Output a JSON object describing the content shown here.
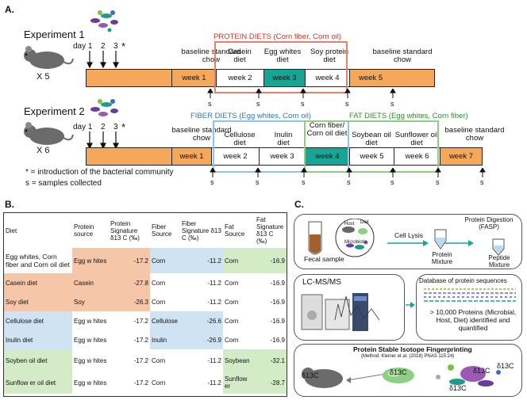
{
  "panelA": {
    "label": "A.",
    "exp1": {
      "title": "Experiment 1",
      "mice": "X 5",
      "days": [
        "day 1",
        "2",
        "3",
        "*"
      ],
      "weeks": [
        "week 1",
        "week 2",
        "week 3",
        "week 4",
        "week 5"
      ],
      "headers": [
        "baseline standard chow",
        "Casein diet",
        "Egg whites diet",
        "Soy protein diet",
        "baseline standard chow"
      ],
      "group_label": "PROTEIN DIETS (Corn fiber, Corn oil)",
      "sample_marker": "s"
    },
    "exp2": {
      "title": "Experiment 2",
      "mice": "X 6",
      "days": [
        "day 1",
        "2",
        "3",
        "*"
      ],
      "weeks": [
        "week 1",
        "week 2",
        "week 3",
        "week 4",
        "week 5",
        "week 6",
        "week 7"
      ],
      "headers": [
        "baseline standard chow",
        "Cellulose diet",
        "Inulin diet",
        "Corn fiber/ Corn oil diet",
        "Soybean oil diet",
        "Sunflower oil diet",
        "baseline standard chow"
      ],
      "fiber_label": "FIBER DIETS (Egg whites, Corn oil)",
      "fat_label": "FAT DIETS (Egg whites, Corn fiber)",
      "sample_marker": "s"
    },
    "footnote1": "* = introduction of the bacterial community",
    "footnote2": "s = samples collected",
    "colors": {
      "orange": "#f5a85a",
      "teal": "#17a596",
      "salmon": "#e8806a",
      "blue": "#8fc3e8",
      "green": "#8dcf83"
    }
  },
  "panelB": {
    "label": "B.",
    "headers": [
      "Diet",
      "Protein source",
      "Protein Signature δ13 C (‰)",
      "Fiber Source",
      "Fiber Signature δ13 C (‰)",
      "Fat Source",
      "Fat Signature δ13 C (‰)"
    ],
    "rows": [
      [
        "Egg whites, Corn fiber and Corn oil diet",
        "Egg w hites",
        "-17.2",
        "Corn",
        "-11.2",
        "Corn",
        "-16.9"
      ],
      [
        "Casein diet",
        "Casein",
        "-27.8",
        "Corn",
        "-11.2",
        "Corn",
        "-16.9"
      ],
      [
        "Soy diet",
        "Soy",
        "-26.3",
        "Corn",
        "-11.2",
        "Corn",
        "-16.9"
      ],
      [
        "Cellulose diet",
        "Egg w hites",
        "-17.2",
        "Cellulose",
        "-26.6",
        "Corn",
        "-16.9"
      ],
      [
        "Inulin diet",
        "Egg w hites",
        "-17.2",
        "Inulin",
        "-26.9",
        "Corn",
        "-16.9"
      ],
      [
        "Soyben oil diet",
        "Egg w hites",
        "-17.2",
        "Corn",
        "-11.2",
        "Soybean",
        "-32.1"
      ],
      [
        "Sunflow er oil diet",
        "Egg w hites",
        "-17.2",
        "Corn",
        "-11.2",
        "Sunflow er",
        "-28.7"
      ]
    ],
    "colors": {
      "peach": "#f6c6a8",
      "lightblue": "#cfe3f3",
      "lightgreen": "#d3ebc6"
    }
  },
  "panelC": {
    "label": "C.",
    "host": "Host",
    "diet": "Diet",
    "microbiota": "Microbiota",
    "fecal": "Fecal sample",
    "lysis": "Cell Lysis",
    "digestion": "Protein Digestion (FASP)",
    "protein_mixture": "Protein Mixture",
    "peptide_mixture": "Peptide Mixture",
    "lcms": "LC-MS/MS",
    "db": "Database of protein sequences",
    "proteins": "> 10,000 Proteins (Microbial, Host, Diet) identified and quantified",
    "sif_title": "Protein Stable Isotope Fingerprinting",
    "sif_method": "(Method: Kleiner et al. (2018) PNAS 115:24)",
    "delta": "δ13C"
  }
}
